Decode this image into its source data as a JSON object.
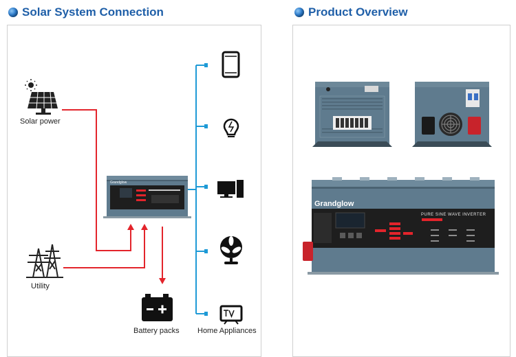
{
  "left_section": {
    "title": "Solar System Connection",
    "nodes": {
      "solar": {
        "label": "Solar power",
        "icon": "solar-panel-icon"
      },
      "utility": {
        "label": "Utility",
        "icon": "power-tower-icon"
      },
      "battery": {
        "label": "Battery packs",
        "icon": "battery-icon"
      },
      "appliances": {
        "label": "Home Appliances",
        "icon": "tv-icon"
      }
    },
    "appliance_icons": [
      "phone-icon",
      "light-bulb-icon",
      "desktop-computer-icon",
      "fan-icon",
      "tv-icon"
    ],
    "colors": {
      "input_line": "#e3242b",
      "output_line": "#1e9ad6"
    }
  },
  "right_section": {
    "title": "Product Overview"
  },
  "inverter": {
    "brand": "Grandglow",
    "model_text": "PURE SINE WAVE INVERTER",
    "body_color": "#5f7b8e",
    "front_color": "#2a2a2a"
  }
}
